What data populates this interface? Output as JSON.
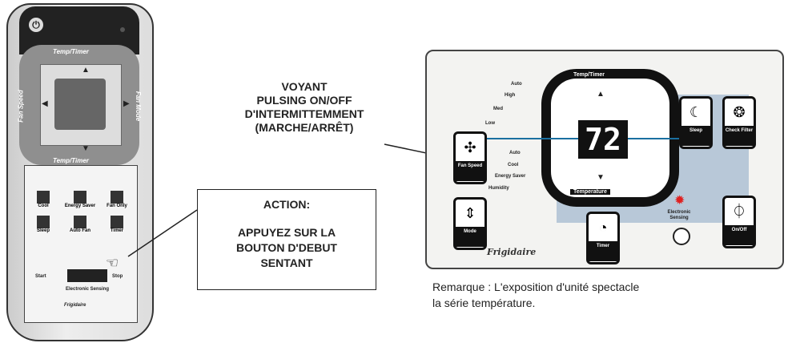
{
  "remote": {
    "power_icon": "power-icon",
    "top_label": "Temp/Timer",
    "bottom_label": "Temp/Timer",
    "left_label": "Fan Speed",
    "right_label": "Fan Mode",
    "buttons": [
      {
        "label": "Cool"
      },
      {
        "label": "Energy Saver"
      },
      {
        "label": "Fan Only"
      },
      {
        "label": "Sleep"
      },
      {
        "label": "Auto Fan"
      },
      {
        "label": "Timer"
      }
    ],
    "wide_left": "Start",
    "wide_right": "Stop",
    "wide_sub": "Electronic Sensing",
    "brand": "Frigidaire"
  },
  "callout_action": {
    "title": "ACTION:",
    "lines": [
      "APPUYEZ SUR LA",
      "BOUTON D'DEBUT",
      "SENTANT"
    ]
  },
  "callout_voyant": {
    "lines": [
      "VOYANT",
      "PULSING ON/OFF",
      "D'INTERMITTEMMENT",
      "(MARCHE/ARRÊT)"
    ]
  },
  "panel": {
    "top_label": "Temp/Timer",
    "bottom_label": "Temperature",
    "temperature": "72",
    "fan_speeds": [
      "Auto",
      "High",
      "Med",
      "Low"
    ],
    "fan_button": "Fan Speed",
    "modes": [
      "Auto",
      "Cool",
      "Energy Saver",
      "Humidity"
    ],
    "mode_button": "Mode",
    "sleep": "Sleep",
    "check_filter": "Check Filter",
    "timer": "Timer",
    "onoff": "On/Off",
    "sensing": "Electronic Sensing",
    "brand": "Frigidaire",
    "accent": "#e02020"
  },
  "caption": {
    "line1": "Remarque : L'exposition d'unité spectacle",
    "line2": "la série température."
  }
}
